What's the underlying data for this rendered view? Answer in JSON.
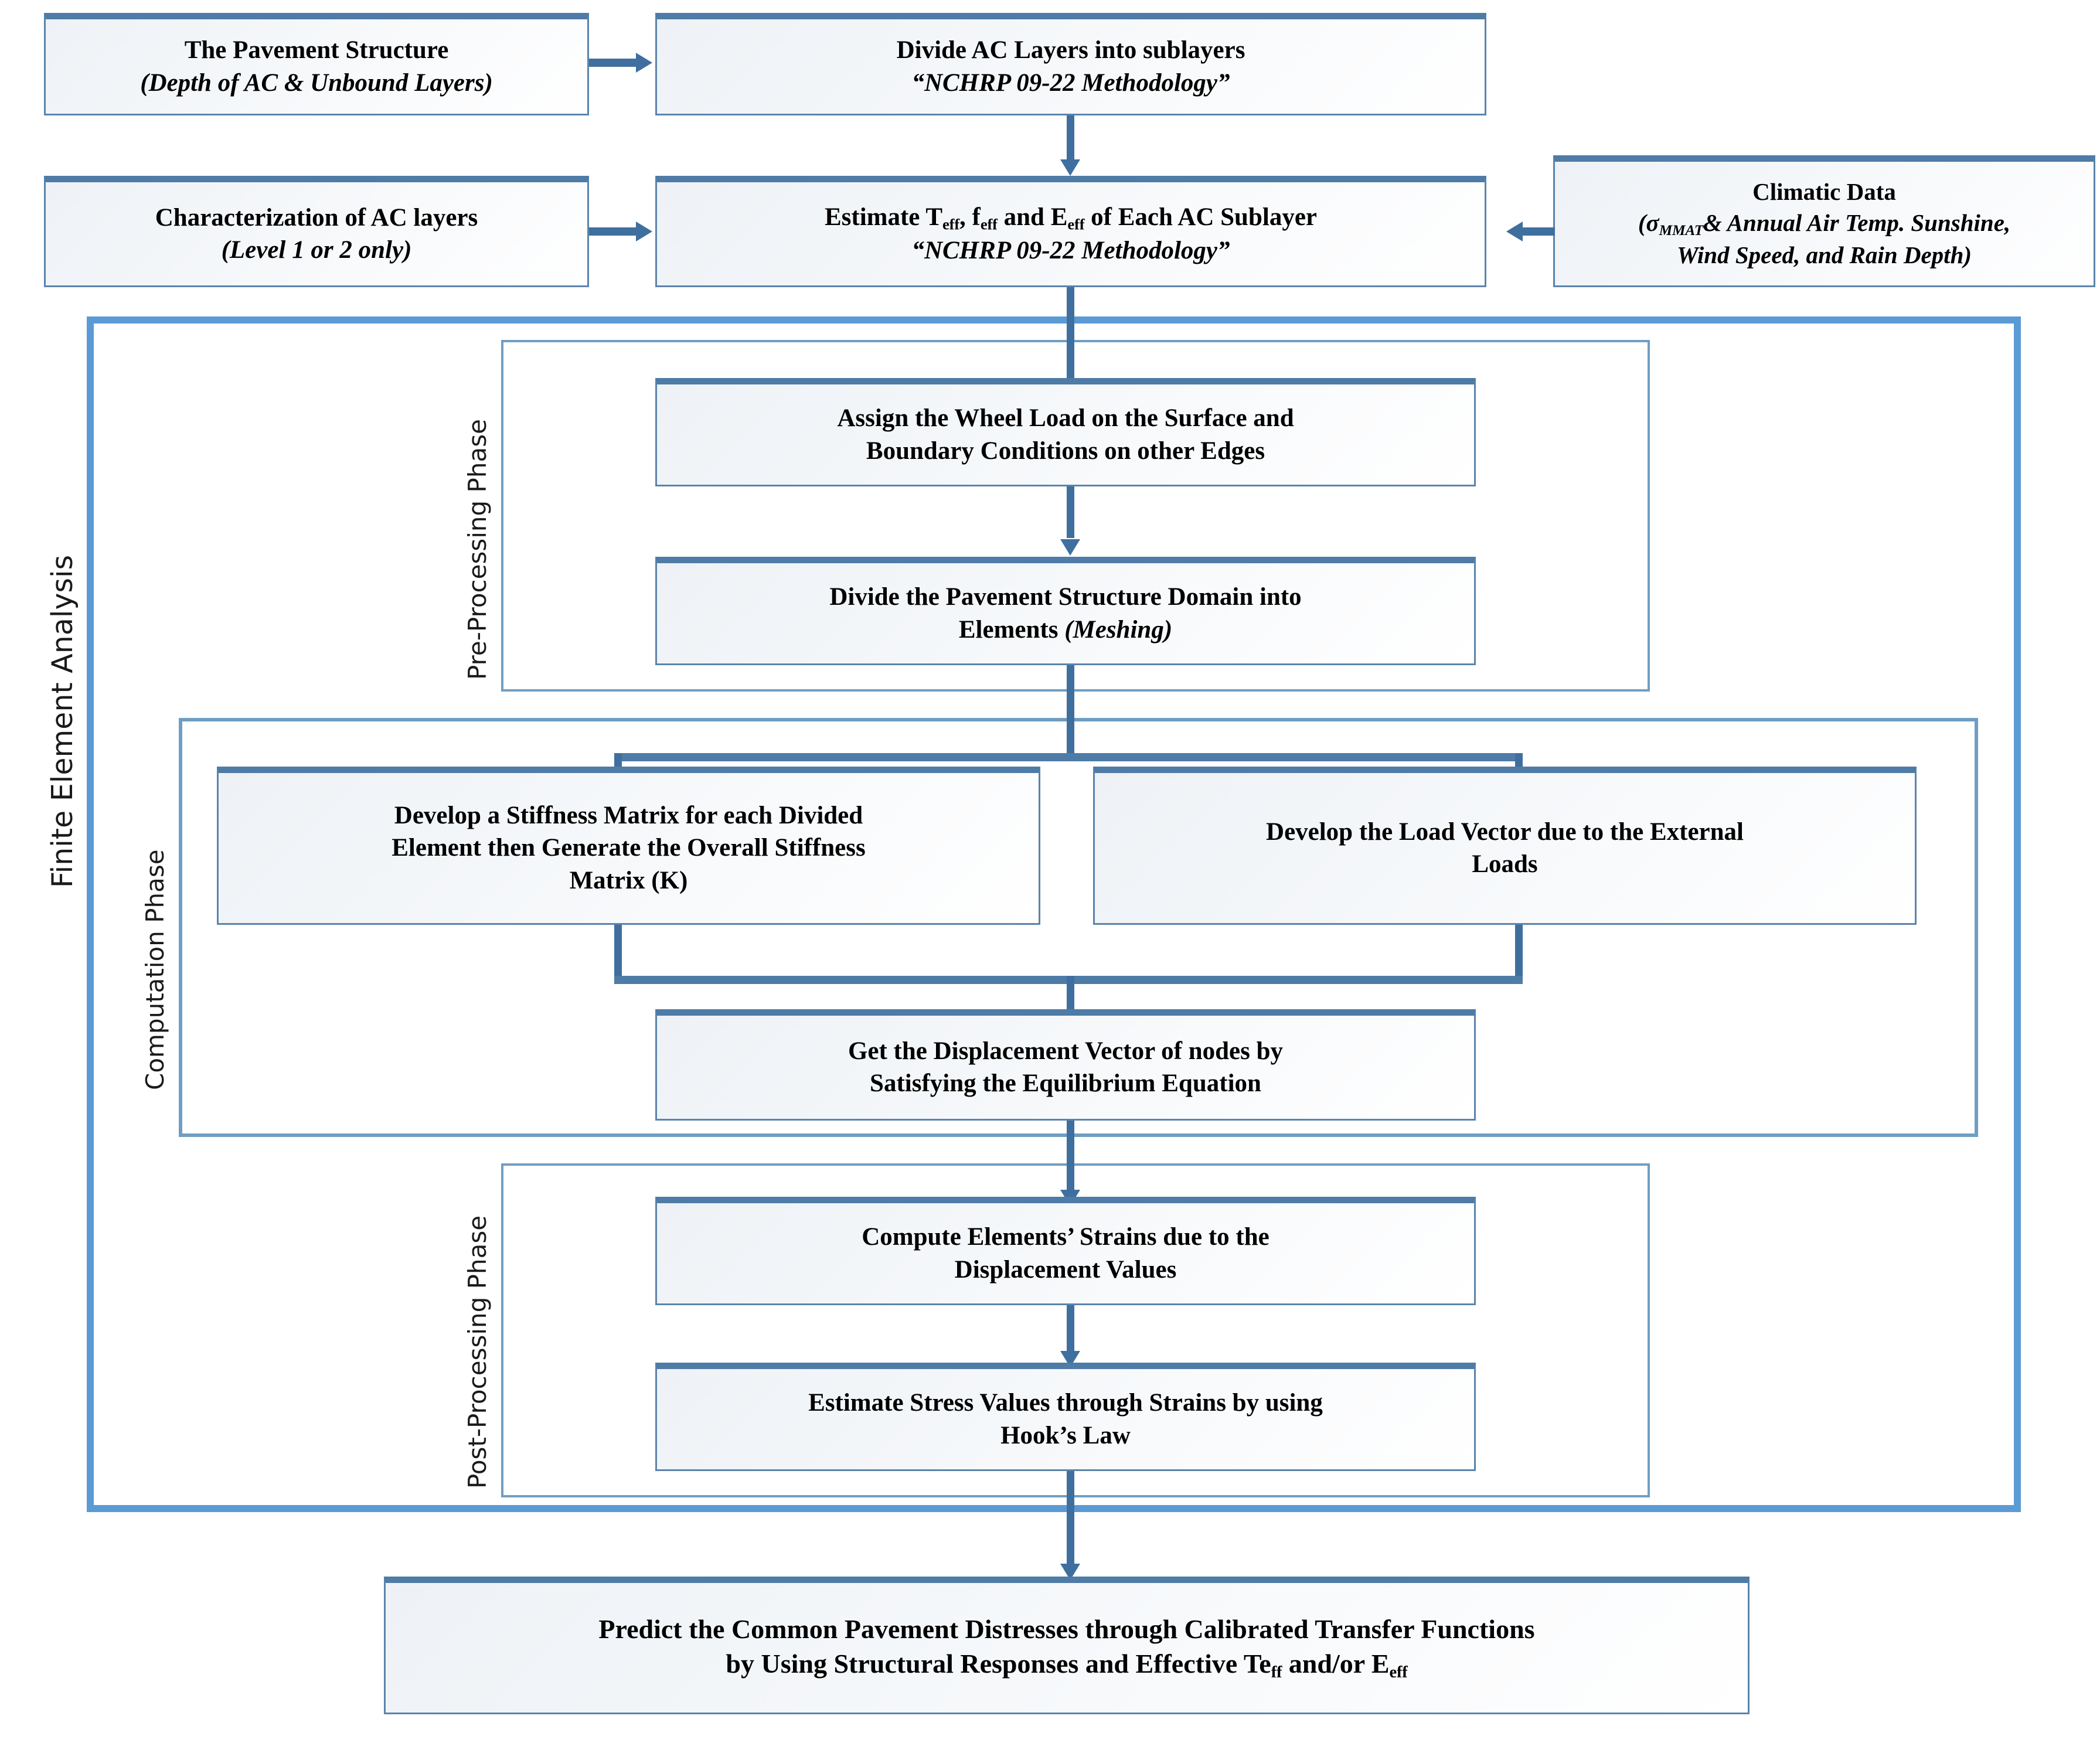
{
  "diagram": {
    "title": "Finite Element Analysis Pavement Workflow",
    "colors": {
      "box_border": "#5b84ac",
      "box_border_top": "#4f7ba7",
      "frame_outer": "#5b9bd5",
      "frame_inner": "#6f9ec4",
      "connector": "#3f6f9f",
      "box_fill_start": "#eef2f6",
      "box_fill_end": "#ffffff",
      "text": "#000000"
    }
  },
  "group_labels": {
    "fea": "Finite Element Analysis",
    "pre": "Pre-Processing Phase",
    "computation": "Computation Phase",
    "post": "Post-Processing Phase"
  },
  "nodes": {
    "pavement_structure": {
      "title": "The Pavement Structure",
      "subtitle": "(Depth of AC & Unbound Layers)"
    },
    "divide_ac": {
      "title": "Divide AC Layers into sublayers",
      "subtitle": "“NCHRP 09-22 Methodology”"
    },
    "characterization": {
      "title": "Characterization of AC layers",
      "subtitle": "(Level 1 or 2 only)"
    },
    "estimate_eff": {
      "title_pre": "Estimate T",
      "title_sub1": "eff",
      "title_mid1": ", f",
      "title_sub2": "eff",
      "title_mid2": " and E",
      "title_sub3": "eff",
      "title_post": " of Each AC Sublayer",
      "title_plain": "Estimate Teff, feff and Eeff of Each AC Sublayer",
      "subtitle": "“NCHRP 09-22 Methodology”"
    },
    "climatic_data": {
      "title": "Climatic Data",
      "subtitle_line1_pre": "(σ",
      "subtitle_line1_sub": "MMAT",
      "subtitle_line1_post": "& Annual Air Temp. Sunshine,",
      "subtitle_line2": "Wind Speed, and Rain Depth)",
      "subtitle_plain": "(σMMAT & Annual Air Temp. Sunshine, Wind Speed, and Rain Depth)"
    },
    "assign_wheel_load": {
      "line1": "Assign the Wheel Load on the Surface and",
      "line2": "Boundary Conditions on other Edges"
    },
    "divide_domain": {
      "line1": "Divide the Pavement Structure Domain into",
      "line2_pre": "Elements ",
      "line2_italic": "(Meshing)"
    },
    "stiffness_matrix": {
      "line1": "Develop a Stiffness Matrix for each Divided",
      "line2": "Element then Generate the Overall Stiffness",
      "line3": "Matrix (K)"
    },
    "load_vector": {
      "line1": "Develop the Load Vector due to the External",
      "line2": "Loads"
    },
    "displacement_vector": {
      "line1": "Get the Displacement Vector of nodes by",
      "line2": "Satisfying the Equilibrium Equation"
    },
    "compute_strains": {
      "line1": "Compute Elements’ Strains due to the",
      "line2": "Displacement Values"
    },
    "estimate_stress": {
      "line1": "Estimate Stress Values through Strains by using",
      "line2": "Hook’s Law"
    },
    "predict_distresses": {
      "line1": "Predict the Common Pavement Distresses through Calibrated Transfer Functions",
      "line2_pre": "by Using Structural Responses and Effective Te",
      "line2_sub1": "ff",
      "line2_mid": " and/or E",
      "line2_sub2": "eff",
      "line2_plain": "by Using Structural Responses and Effective Teff and/or Eeff"
    }
  }
}
